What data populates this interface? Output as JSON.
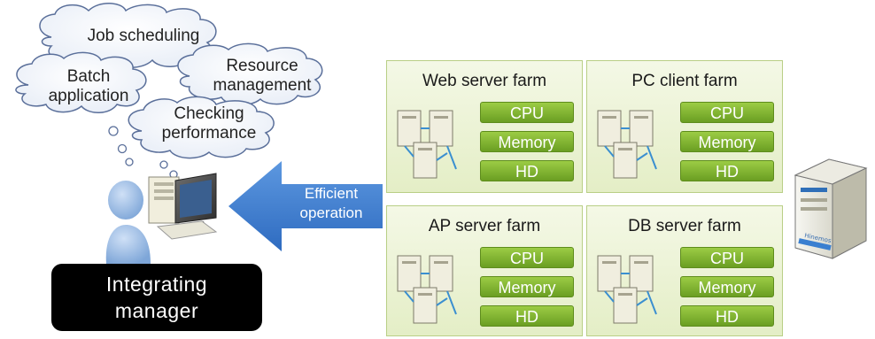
{
  "clouds": {
    "job_scheduling": "Job scheduling",
    "batch_application": "Batch\napplication",
    "resource_management": "Resource\nmanagement",
    "checking_performance": "Checking\nperformance"
  },
  "arrow": {
    "label": "Efficient\noperation"
  },
  "manager": {
    "label": "Integrating\nmanager"
  },
  "farms": [
    {
      "title": "Web server farm",
      "resources": [
        "CPU",
        "Memory",
        "HD"
      ]
    },
    {
      "title": "PC client farm",
      "resources": [
        "CPU",
        "Memory",
        "HD"
      ]
    },
    {
      "title": "AP server farm",
      "resources": [
        "CPU",
        "Memory",
        "HD"
      ]
    },
    {
      "title": "DB server farm",
      "resources": [
        "CPU",
        "Memory",
        "HD"
      ]
    }
  ],
  "server": {
    "label": "Hinemos"
  },
  "colors": {
    "resource_green": "#7fb531",
    "farm_bg": "#eaf1d3",
    "arrow_blue": "#3f7fd0"
  }
}
